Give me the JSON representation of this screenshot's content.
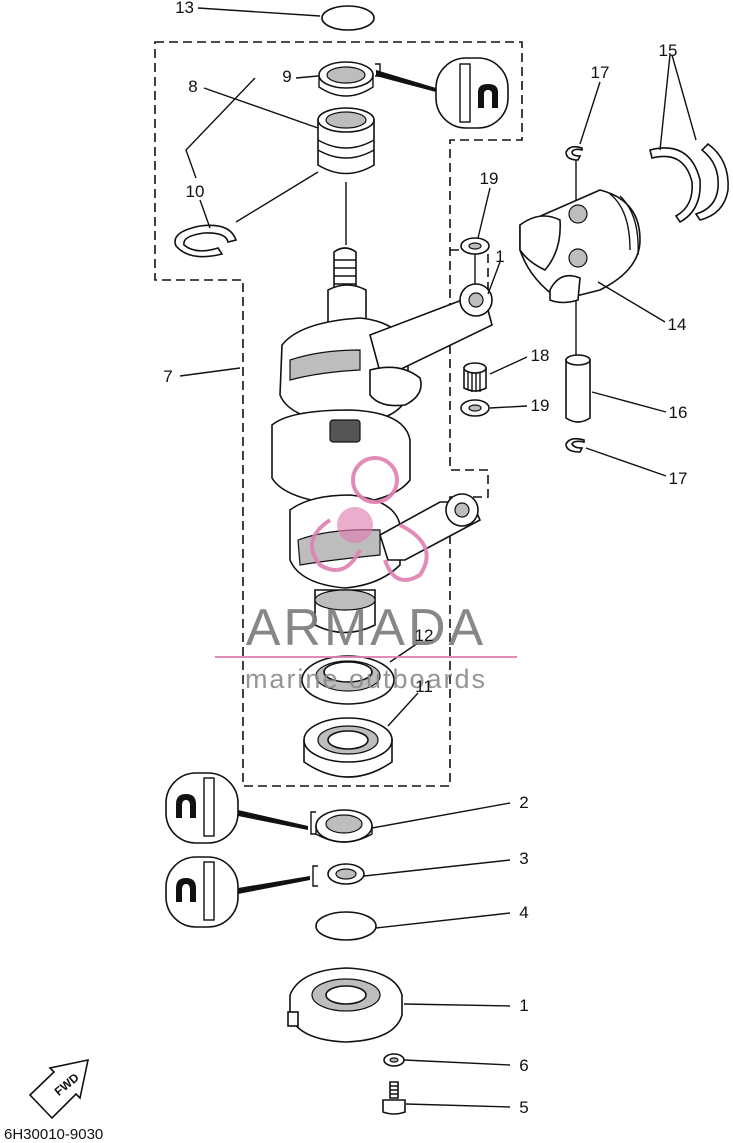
{
  "diagram": {
    "code": "6H30010-9030",
    "fwd_label": "FWD"
  },
  "watermark": {
    "brand": "ARMADA",
    "tagline": "marine outboards",
    "accent_color": "#e07fb0"
  },
  "callouts": [
    {
      "id": "c13",
      "label": "13"
    },
    {
      "id": "c9",
      "label": "9"
    },
    {
      "id": "c8",
      "label": "8"
    },
    {
      "id": "c10",
      "label": "10"
    },
    {
      "id": "c17a",
      "label": "17"
    },
    {
      "id": "c15",
      "label": "15"
    },
    {
      "id": "c19a",
      "label": "19"
    },
    {
      "id": "c1a",
      "label": "1"
    },
    {
      "id": "c14",
      "label": "14"
    },
    {
      "id": "c7",
      "label": "7"
    },
    {
      "id": "c18",
      "label": "18"
    },
    {
      "id": "c19b",
      "label": "19"
    },
    {
      "id": "c16",
      "label": "16"
    },
    {
      "id": "c17b",
      "label": "17"
    },
    {
      "id": "c12",
      "label": "12"
    },
    {
      "id": "c11",
      "label": "11"
    },
    {
      "id": "c2",
      "label": "2"
    },
    {
      "id": "c3",
      "label": "3"
    },
    {
      "id": "c4",
      "label": "4"
    },
    {
      "id": "c1b",
      "label": "1"
    },
    {
      "id": "c6",
      "label": "6"
    },
    {
      "id": "c5",
      "label": "5"
    }
  ],
  "icons": [
    "grease-icon",
    "grease-icon",
    "grease-icon",
    "fwd-arrow-icon"
  ]
}
